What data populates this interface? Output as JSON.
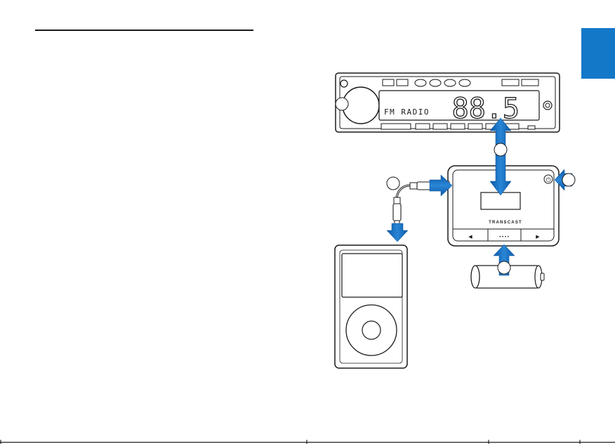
{
  "illustration": {
    "radio_band_label": "FM RADIO",
    "frequency_display": "88.5",
    "transmitter_brand": "TRANSCAST",
    "transmitter_center_button": "• • • •",
    "prev_glyph": "◀",
    "next_glyph": "▶",
    "power_glyph": "⏻"
  },
  "colors": {
    "accent": "#1478c8",
    "arrow": "#1a6fc0",
    "line": "#1a1a1a"
  }
}
